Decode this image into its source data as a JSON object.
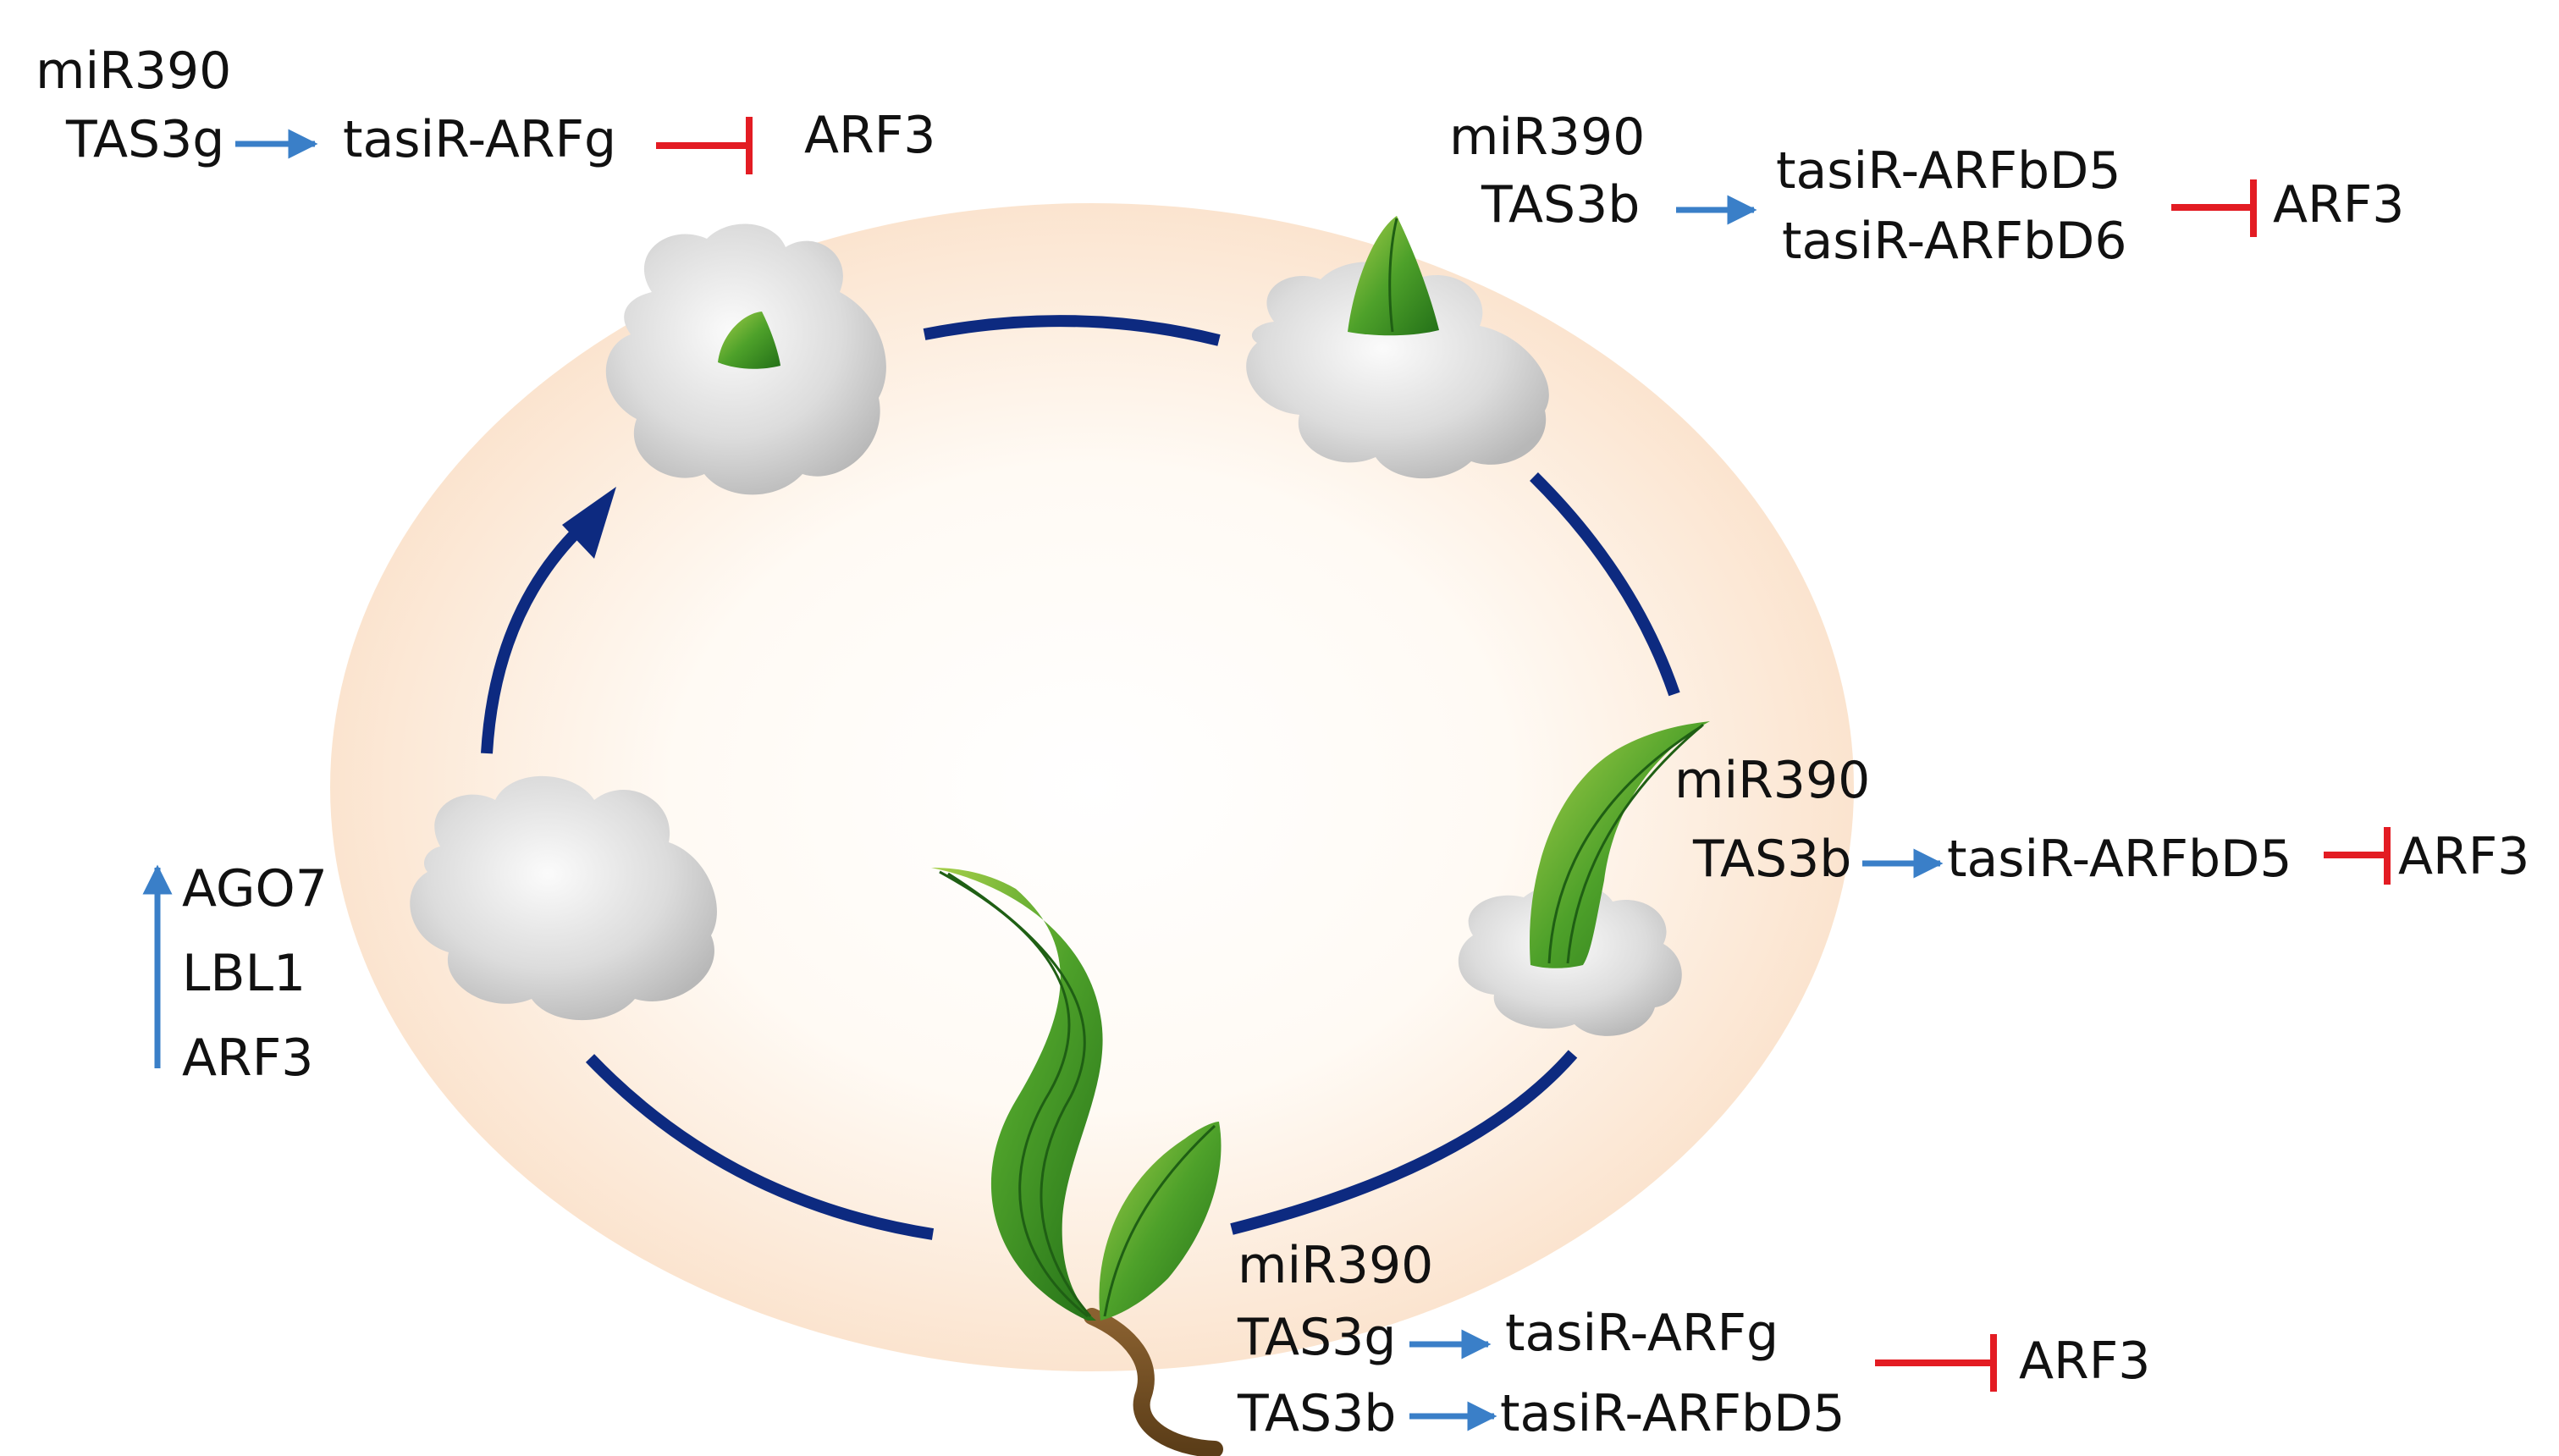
{
  "colors": {
    "cycle_arrow": "#0d2a80",
    "activation_arrow": "#3a7fc8",
    "inhibition": "#e31c23",
    "background_glow": "#fbe4cf",
    "callus": "#d2d2d2",
    "leaf_green": "#4ea12a",
    "root_brown": "#7a5426"
  },
  "stage1": {
    "mirna": "miR390",
    "tas": "TAS3g",
    "tasir": "tasiR-ARFg",
    "target": "ARF3"
  },
  "stage2": {
    "mirna": "miR390",
    "tas": "TAS3b",
    "tasir_1": "tasiR-ARFbD5",
    "tasir_2": "tasiR-ARFbD6",
    "target": "ARF3"
  },
  "stage3": {
    "mirna": "miR390",
    "tas": "TAS3b",
    "tasir": "tasiR-ARFbD5",
    "target": "ARF3"
  },
  "stage4": {
    "mirna": "miR390",
    "tas_1": "TAS3g",
    "tasir_1": "tasiR-ARFg",
    "tas_2": "TAS3b",
    "tasir_2": "tasiR-ARFbD5",
    "target": "ARF3"
  },
  "upregulated": {
    "genes": [
      "AGO7",
      "LBL1",
      "ARF3"
    ]
  }
}
